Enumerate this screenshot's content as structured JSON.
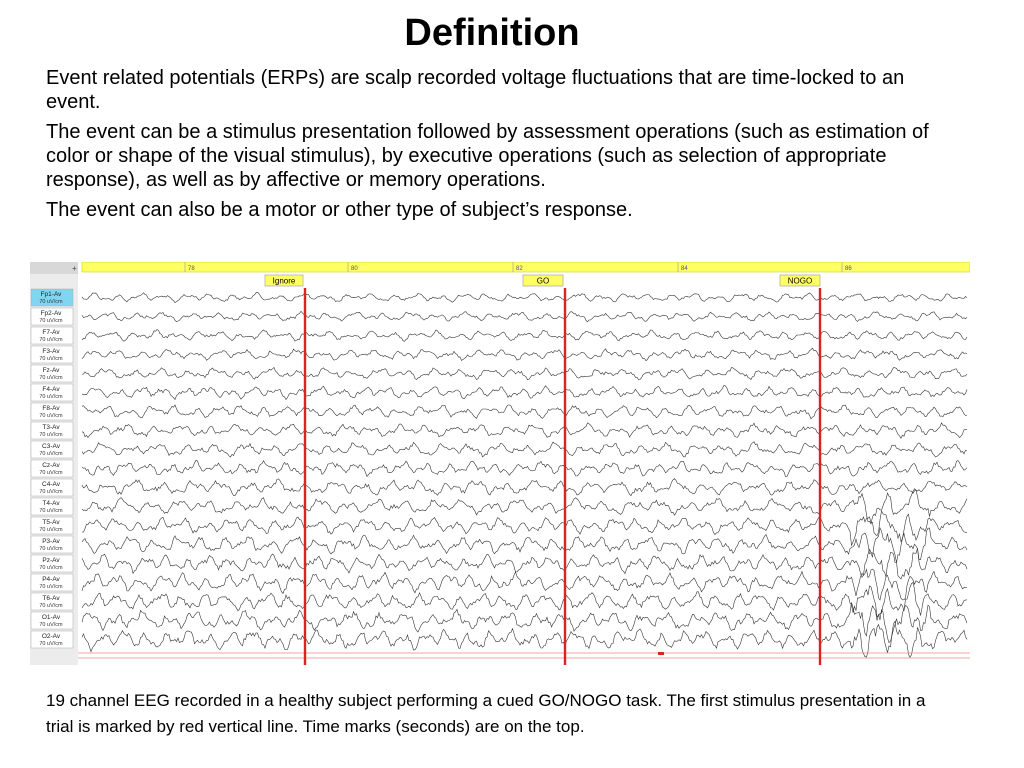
{
  "slide": {
    "title": "Definition",
    "paragraphs": [
      "Event related potentials (ERPs) are scalp recorded voltage fluctuations that are time-locked to an event.",
      "The event can be a stimulus presentation followed by assessment operations (such as estimation of color or shape of the visual stimulus), by executive operations (such as selection of appropriate response), as well as by affective or memory operations.",
      "The event can also be a motor or other type of subject’s response."
    ],
    "caption": "19 channel EEG recorded in a healthy subject performing a cued GO/NOGO task.  The first stimulus presentation in a trial is marked by red vertical line.  Time marks (seconds) are on the top."
  },
  "eeg": {
    "time_marks": [
      "78",
      "80",
      "82",
      "84",
      "86"
    ],
    "events": [
      "Ignore",
      "GO",
      "NOGO"
    ],
    "scale": "70 uV/cm",
    "channels": [
      "Fp1-Av",
      "Fp2-Av",
      "F7-Av",
      "F3-Av",
      "Fz-Av",
      "F4-Av",
      "F8-Av",
      "T3-Av",
      "C3-Av",
      "Cz-Av",
      "C4-Av",
      "T4-Av",
      "T5-Av",
      "P3-Av",
      "Pz-Av",
      "P4-Av",
      "T6-Av",
      "O1-Av",
      "O2-Av"
    ],
    "colors": {
      "header": "#ffff66",
      "event_line": "#dd2222",
      "selected_channel": "#7fd6f0",
      "trace": "#333333"
    }
  }
}
